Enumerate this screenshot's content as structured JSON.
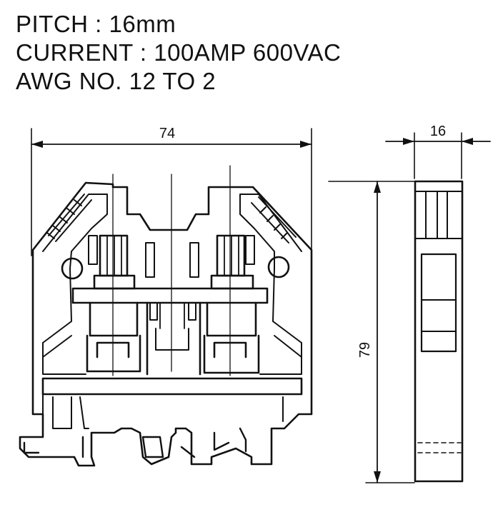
{
  "specs": {
    "pitch": "PITCH : 16mm",
    "current": "CURRENT : 100AMP  600VAC",
    "awg": "AWG NO. 12 TO 2"
  },
  "dimensions": {
    "width": "74",
    "thickness": "16",
    "height": "79"
  },
  "colors": {
    "line": "#111111",
    "background": "#ffffff"
  }
}
